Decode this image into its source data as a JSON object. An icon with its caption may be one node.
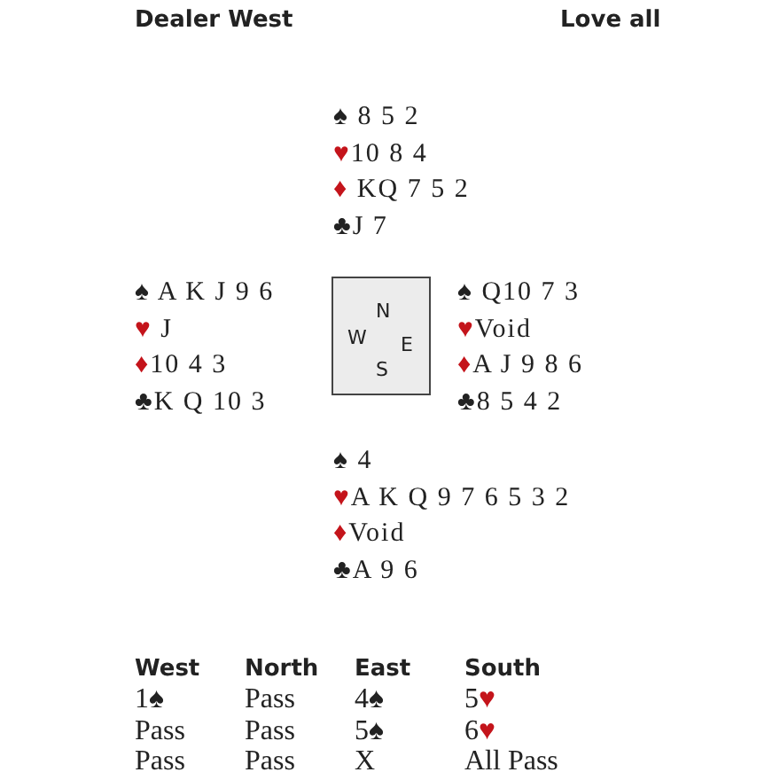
{
  "diagram": {
    "nodes": [
      {
        "text": [
          "N",
          "W",
          "E",
          "S"
        ]
      }
    ],
    "labels": [
      "Dealer West",
      "Love all",
      "♠ 8 5 2",
      "♥10 8 4",
      "♦ KQ 7 5 2",
      "♣J 7",
      "♠ A K J 9 6",
      "♥ J",
      "♦10 4 3",
      "♣K Q 10 3",
      "♠ Q10 7 3",
      "♥Void",
      "♦A J 9 8 6",
      "♣8 5 4 2",
      "♠ 4",
      "♥A K Q 9 7 6 5 3 2",
      "♦Void",
      "♣A 9 6",
      "West",
      "North",
      "East",
      "South",
      "1♠",
      "Pass",
      "4♠",
      "5♥",
      "Pass",
      "Pass",
      "5♠",
      "6♥",
      "Pass",
      "Pass",
      "X",
      "All Pass"
    ]
  }
}
